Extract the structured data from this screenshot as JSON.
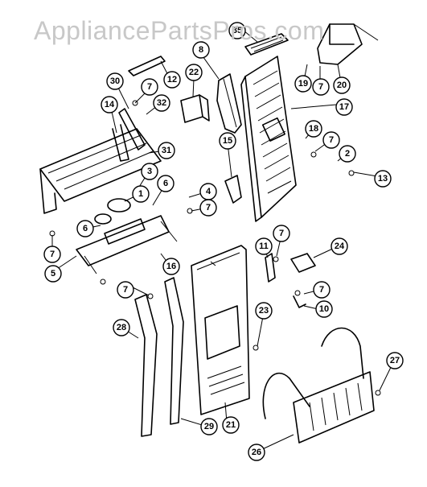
{
  "watermark": "AppliancePartsPros.com",
  "callouts": [
    "35",
    "8",
    "19",
    "7",
    "20",
    "22",
    "30",
    "7",
    "12",
    "32",
    "14",
    "17",
    "31",
    "18",
    "7",
    "2",
    "13",
    "15",
    "3",
    "6",
    "1",
    "4",
    "7",
    "6",
    "7",
    "5",
    "16",
    "11",
    "7",
    "24",
    "7",
    "10",
    "23",
    "28",
    "21",
    "29",
    "27",
    "26",
    "7"
  ]
}
